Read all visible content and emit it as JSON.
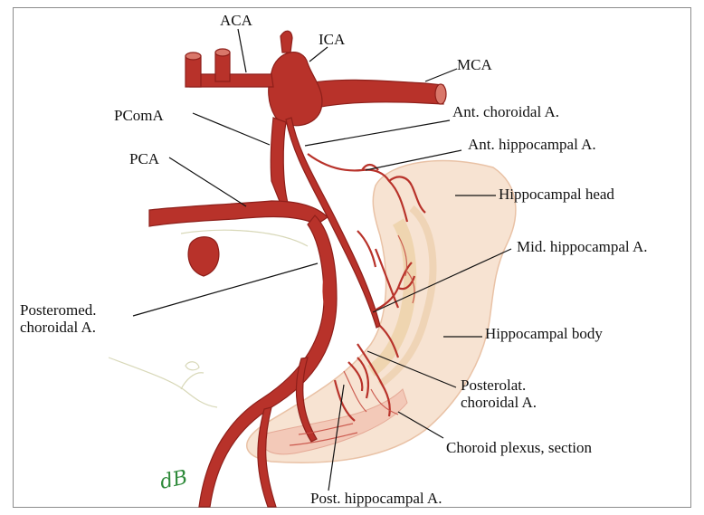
{
  "labels": {
    "aca": "ACA",
    "ica": "ICA",
    "mca": "MCA",
    "pcoma": "PComA",
    "pca": "PCA",
    "ant_choroidal": "Ant. choroidal A.",
    "ant_hippocampal": "Ant. hippocampal A.",
    "hippocampal_head": "Hippocampal head",
    "mid_hippocampal": "Mid. hippocampal A.",
    "posteromed_choroidal": "Posteromed.\nchoroidal A.",
    "hippocampal_body": "Hippocampal body",
    "posterolat_choroidal": "Posterolat.\nchoroidal A.",
    "choroid_plexus": "Choroid plexus, section",
    "post_hippocampal": "Post. hippocampal A."
  },
  "signature": "dB",
  "colors": {
    "artery": "#b8322a",
    "artery_dark": "#8e1f1a",
    "artery_light": "#d9776a",
    "hippocampus_fill": "#f7e3d2",
    "hippocampus_edge": "#e9c2a6",
    "plexus": "#f3c9b8",
    "signature": "#2e8a3a"
  }
}
